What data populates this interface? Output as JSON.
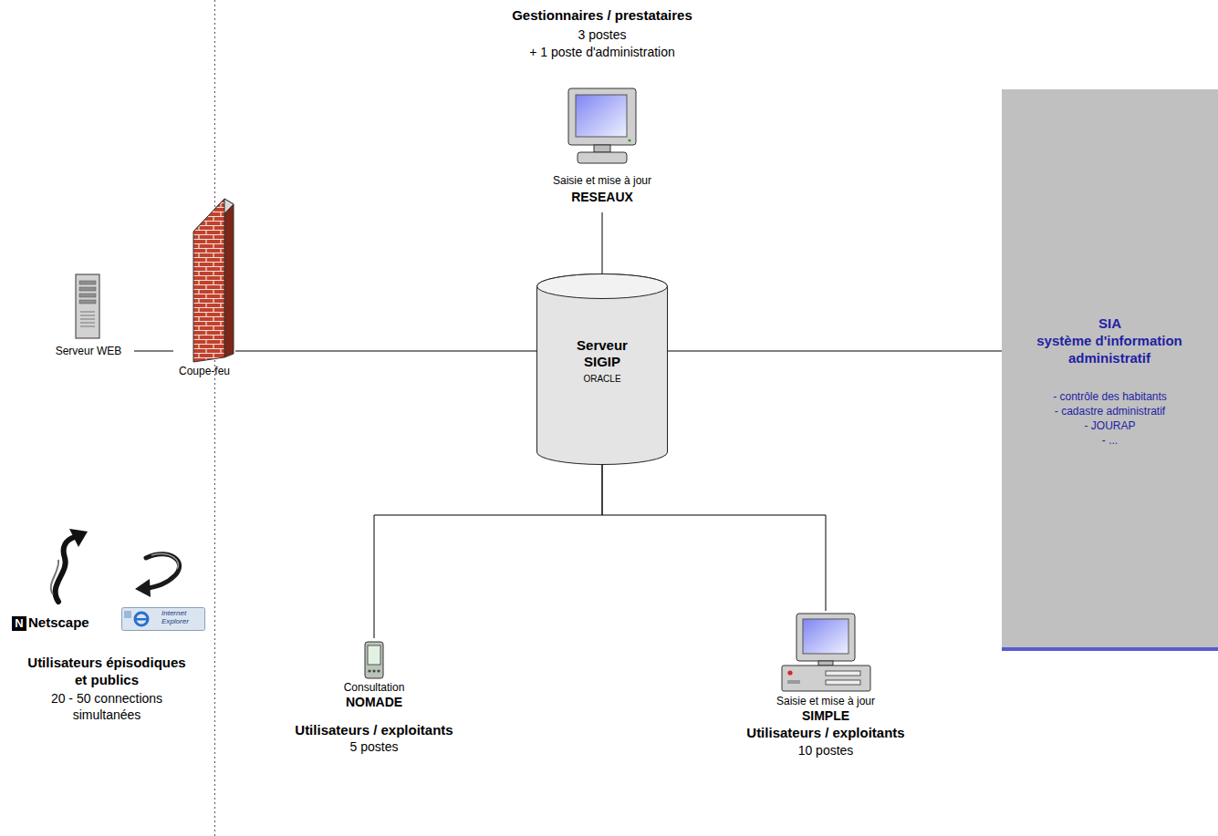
{
  "diagram": {
    "nodes": [
      {
        "text": [
          "Gestionnaires / prestataires",
          "3 postes",
          "+ 1 poste d'administration",
          "Saisie et mise à jour",
          "RESEAUX"
        ]
      },
      {
        "text": [
          "Serveur SIGIP",
          "ORACLE"
        ]
      },
      {
        "text": [
          "Serveur WEB"
        ]
      },
      {
        "text": [
          "Coupe-feu"
        ]
      },
      {
        "text": [
          "N",
          "Netscape",
          "Internet Explorer",
          "Utilisateurs épisodiques et publics",
          "20 - 50 connections simultanées"
        ]
      },
      {
        "text": [
          "Consultation",
          "NOMADE",
          "Utilisateurs / exploitants",
          "5 postes"
        ]
      },
      {
        "text": [
          "Saisie et mise à jour",
          "SIMPLE",
          "Utilisateurs / exploitants",
          "10 postes"
        ]
      },
      {
        "text": [
          "SIA",
          "système d'information administratif",
          "- contrôle des habitants",
          "- cadastre administratif",
          "- JOURAP",
          "- ..."
        ]
      }
    ],
    "edges": [
      {
        "from": 0,
        "to": 1,
        "arrow": "none"
      },
      {
        "from": 1,
        "to": 7,
        "arrow": "none"
      },
      {
        "from": 2,
        "to": 3,
        "arrow": "none"
      },
      {
        "from": 3,
        "to": 1,
        "arrow": "none"
      },
      {
        "from": 1,
        "to": 5,
        "arrow": "none"
      },
      {
        "from": 1,
        "to": 6,
        "arrow": "none"
      }
    ]
  }
}
